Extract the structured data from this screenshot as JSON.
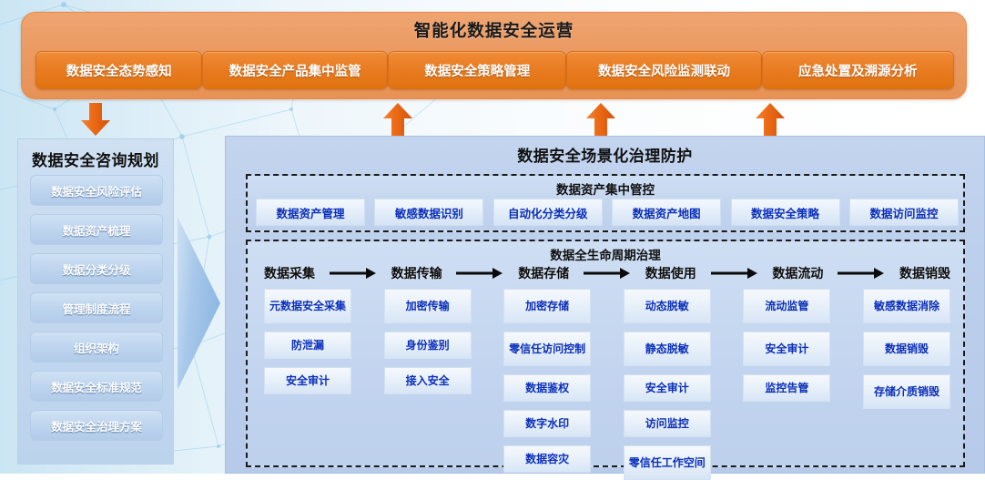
{
  "operations": {
    "title": "智能化数据安全运营",
    "buttons": [
      "数据安全态势感知",
      "数据安全产品集中监管",
      "数据安全策略管理",
      "数据安全风险监测联动",
      "应急处置及溯源分析"
    ]
  },
  "sidebar": {
    "title": "数据安全咨询规划",
    "items": [
      "数据安全风险评估",
      "数据资产梳理",
      "数据分类分级",
      "管理制度流程",
      "组织架构",
      "数据安全标准规范",
      "数据安全治理方案"
    ]
  },
  "main": {
    "title": "数据安全场景化治理防护",
    "asset_section": {
      "title": "数据资产集中管控",
      "items": [
        "数据资产管理",
        "敏感数据识别",
        "自动化分类分级",
        "数据资产地图",
        "数据安全策略",
        "数据访问监控"
      ]
    },
    "lifecycle_section": {
      "title": "数据全生命周期治理",
      "stages": [
        {
          "name": "数据采集",
          "items": [
            "元数据安全采集",
            "防泄漏",
            "安全审计"
          ]
        },
        {
          "name": "数据传输",
          "items": [
            "加密传输",
            "身份鉴别",
            "接入安全"
          ]
        },
        {
          "name": "数据存储",
          "items": [
            "加密存储",
            "零信任访问控制",
            "数据鉴权",
            "数字水印",
            "数据容灾"
          ]
        },
        {
          "name": "数据使用",
          "items": [
            "动态脱敏",
            "静态脱敏",
            "安全审计",
            "访问监控",
            "零信任工作空间"
          ]
        },
        {
          "name": "数据流动",
          "items": [
            "流动监管",
            "安全审计",
            "监控告管"
          ]
        },
        {
          "name": "数据销毁",
          "items": [
            "敏感数据消除",
            "数据销毁",
            "存储介质销毁"
          ]
        }
      ]
    }
  },
  "arrows": {
    "down_to_consulting": "down-arrow-icon",
    "up_from_main": "up-arrow-icon",
    "sidebar_to_main": "right-chevron-arrow-icon",
    "stage_flow": "right-arrow-icon"
  },
  "colors": {
    "operations_panel": "#eb9a62",
    "operations_button": "#e87a1f",
    "arrow_orange": "#ef6d17",
    "panel_blue": "#bccfec",
    "cell_text_blue": "#0b2fbb",
    "sidebar_blue": "#c4d9ef"
  }
}
